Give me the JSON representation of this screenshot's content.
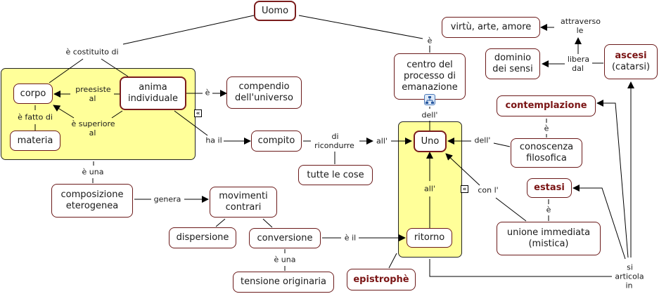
{
  "colors": {
    "node_border": "#6b1a1a",
    "emphasis_text": "#7a1414",
    "group_fill": "#ffff99",
    "line": "#000000"
  },
  "nodes": {
    "uomo": "Uomo",
    "corpo": "corpo",
    "materia": "materia",
    "anima": "anima\nindividuale",
    "compendio": "compendio\ndell'universo",
    "compito": "compito",
    "tutte_le_cose": "tutte le cose",
    "centro": "centro del\nprocesso di\nemanazione",
    "uno": "Uno",
    "ritorno": "ritorno",
    "epistrophe": "epistrophè",
    "composizione": "composizione\neterogenea",
    "movimenti": "movimenti\ncontrari",
    "dispersione": "dispersione",
    "conversione": "conversione",
    "tensione": "tensione originaria",
    "virtu": "virtù, arte, amore",
    "dominio": "dominio\ndei sensi",
    "ascesi_bold": "ascesi",
    "ascesi_sub": "(catarsi)",
    "contemplazione": "contemplazione",
    "conoscenza": "conoscenza\nfilosofica",
    "estasi": "estasi",
    "unione": "unione immediata\n(mistica)"
  },
  "links": {
    "costituito": "è costituito di",
    "preesiste": "preesiste\nal",
    "superiore": "è superiore\nal",
    "fatto_di": "è fatto di",
    "e_compendio": "è",
    "ha_il": "ha il",
    "ricondurre": "di\nricondurre",
    "all_uno": "all'",
    "e_centro": "è",
    "dell_centro": "dell'",
    "dell_conoscenza": "dell'",
    "all_ritorno": "all'",
    "con_l": "con l'",
    "e_una_comp": "è una",
    "genera": "genera",
    "e_il": "è il",
    "e_una_tens": "è una",
    "attraverso": "attraverso\nle",
    "libera": "libera\ndal",
    "e_contempl": "è",
    "e_estasi": "è",
    "si_articola": "si\narticola\nin"
  },
  "icons": {
    "collapse": "«"
  }
}
